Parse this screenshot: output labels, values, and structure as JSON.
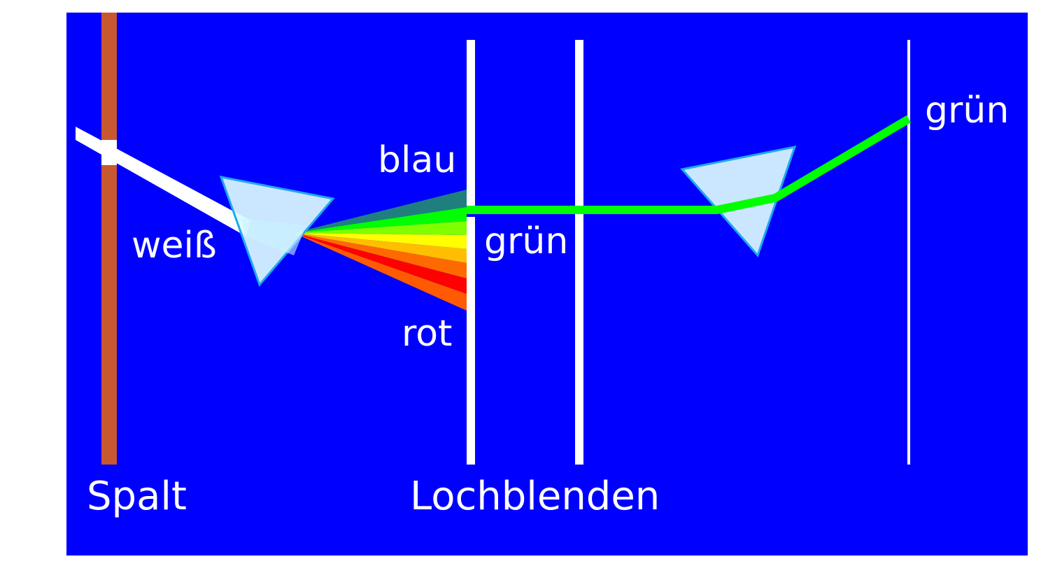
{
  "diagram": {
    "labels": {
      "white": "weiß",
      "blue": "blau",
      "green_middle": "grün",
      "red": "rot",
      "green_screen": "grün",
      "slit": "Spalt",
      "pinholes": "Lochblenden"
    },
    "colors": {
      "background": "#0000ff",
      "slit": "#c8582f",
      "white_beam": "#ffffff",
      "prism_fill": "#dcfaff",
      "prism_edge": "#20a8ee",
      "green_beam": "#00ff00",
      "spectrum_bands": [
        "#1f7f7f",
        "#00ff00",
        "#7fff00",
        "#ffff00",
        "#ffbf00",
        "#ff6a00",
        "#ff0000",
        "#ff5a00"
      ]
    }
  }
}
